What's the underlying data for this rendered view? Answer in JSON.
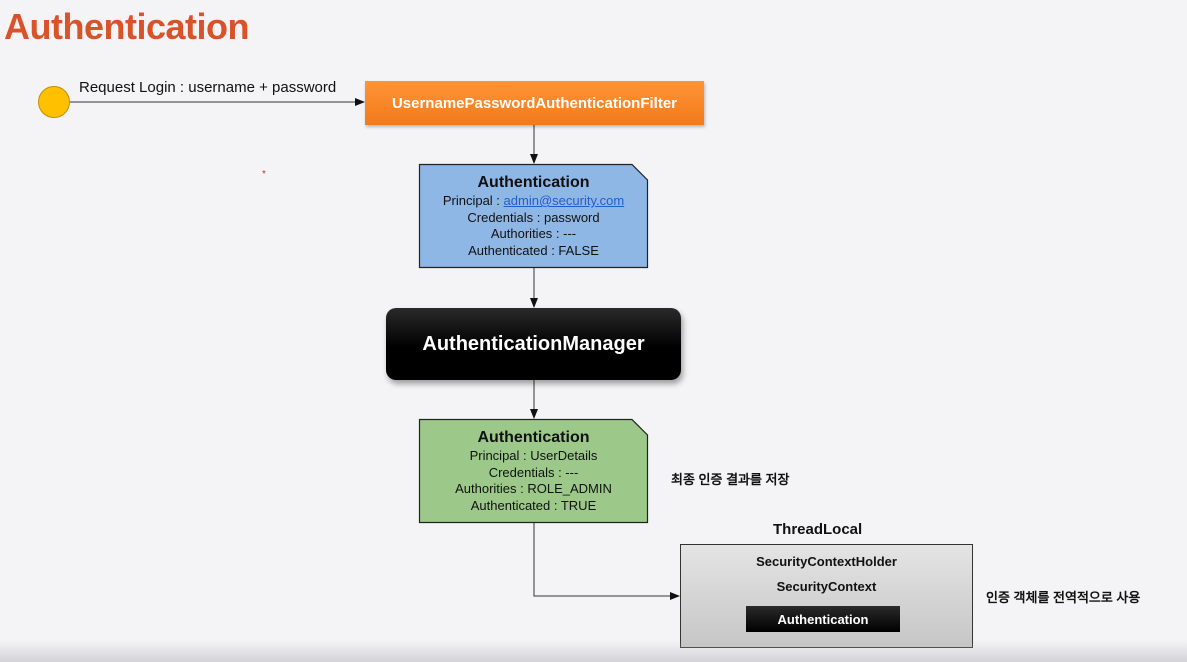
{
  "title": "Authentication",
  "request": {
    "label": "Request Login : username + password"
  },
  "filter": {
    "label": "UsernamePasswordAuthenticationFilter"
  },
  "auth_before": {
    "title": "Authentication",
    "principal_prefix": "Principal : ",
    "principal_value": "admin@security.com",
    "credentials": "Credentials : password",
    "authorities": "Authorities : ---",
    "authenticated": "Authenticated : FALSE"
  },
  "manager": {
    "label": "AuthenticationManager"
  },
  "auth_after": {
    "title": "Authentication",
    "principal": "Principal : UserDetails",
    "credentials": "Credentials : ---",
    "authorities": "Authorities : ROLE_ADMIN",
    "authenticated": "Authenticated : TRUE"
  },
  "notes": {
    "store_result": "최종 인증 결과를 저장",
    "global_use": "인증 객체를 전역적으로 사용"
  },
  "threadlocal": {
    "label": "ThreadLocal",
    "holder": "SecurityContextHolder",
    "context": "SecurityContext",
    "authentication": "Authentication"
  },
  "marker": "*",
  "colors": {
    "title": "#d9532a",
    "start_dot": "#ffc000",
    "filter": "#f27a1a",
    "auth_before_fill": "#8fb7e6",
    "auth_after_fill": "#9cc98a",
    "manager": "#000000",
    "holder_fill": "#cfcfcf"
  }
}
